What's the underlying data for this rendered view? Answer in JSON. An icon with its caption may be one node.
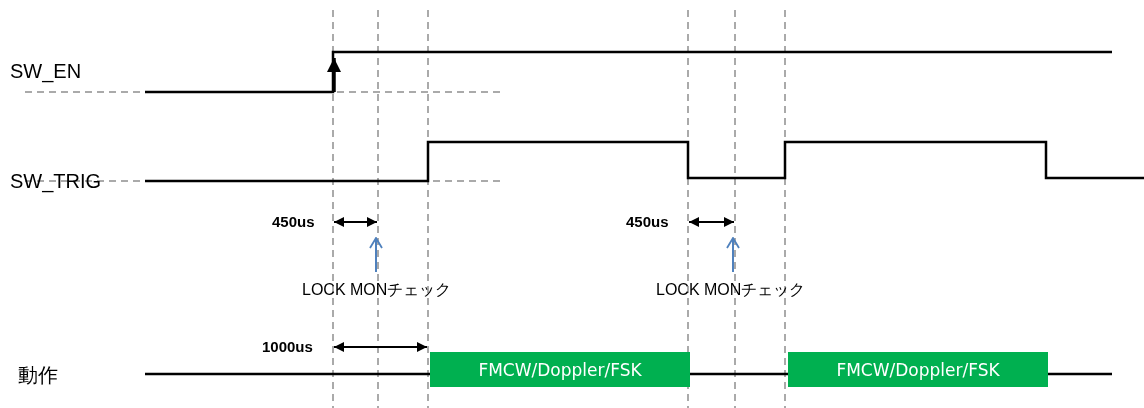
{
  "diagram": {
    "nodes": [
      {
        "text": [
          "FMCW/Doppler/FSK"
        ]
      },
      {
        "text": [
          "FMCW/Doppler/FSK"
        ]
      },
      {
        "text": [
          "LOCK MONチェック"
        ]
      },
      {
        "text": [
          "LOCK MONチェック"
        ]
      }
    ],
    "edges": [
      {
        "from": 2,
        "to": null,
        "arrow": "to",
        "color": "#4f81bd"
      },
      {
        "from": 3,
        "to": null,
        "arrow": "to",
        "color": "#4f81bd"
      }
    ],
    "labels": [
      "SW_EN",
      "SW_TRIG",
      "450us",
      "450us",
      "1000us",
      "動作"
    ]
  }
}
